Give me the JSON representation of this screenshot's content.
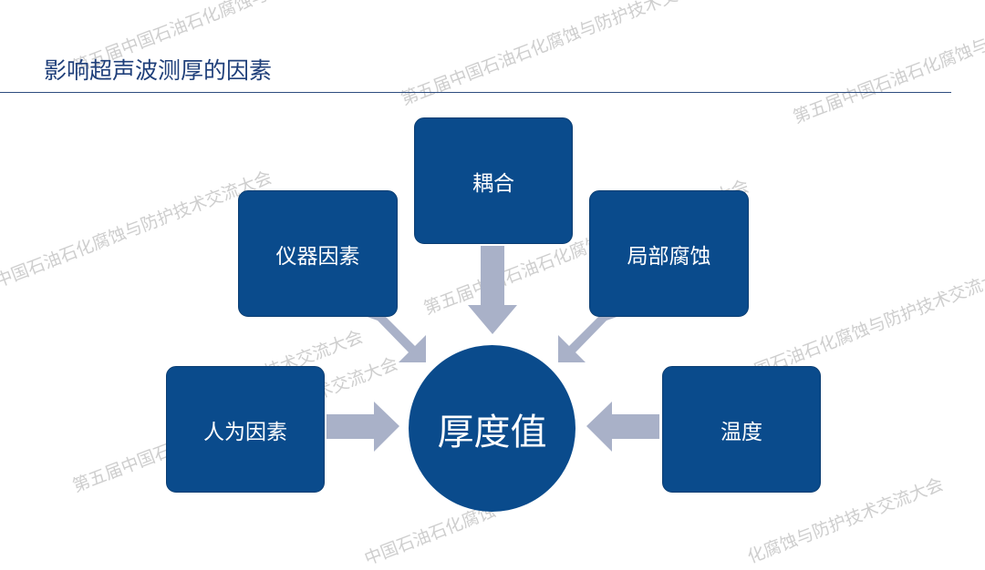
{
  "slide": {
    "title": "影响超声波测厚的因素"
  },
  "diagram": {
    "center": "厚度值",
    "factors": {
      "coupling": "耦合",
      "instrument": "仪器因素",
      "local_corrosion": "局部腐蚀",
      "human": "人为因素",
      "temperature": "温度"
    }
  },
  "watermark": {
    "text": "第五届中国石油石化腐蚀与防护技术交流大会",
    "fragment_top": "第五届中国石油石化腐蚀与防护",
    "fragment_left": "中国石油石化腐蚀与防护技术交流大会",
    "fragment_mid": "技术交流大会",
    "fragment_bottom_mid": "中国石油石化腐蚀",
    "fragment_bottom_right": "化腐蚀与防护技术交流大会",
    "fragment_right_mid": "中国石油石化腐蚀与防护技术交流大会"
  },
  "colors": {
    "box_fill": "#0a4b8c",
    "arrow_fill": "#a9b1c8",
    "title_text": "#1f3f7a"
  }
}
